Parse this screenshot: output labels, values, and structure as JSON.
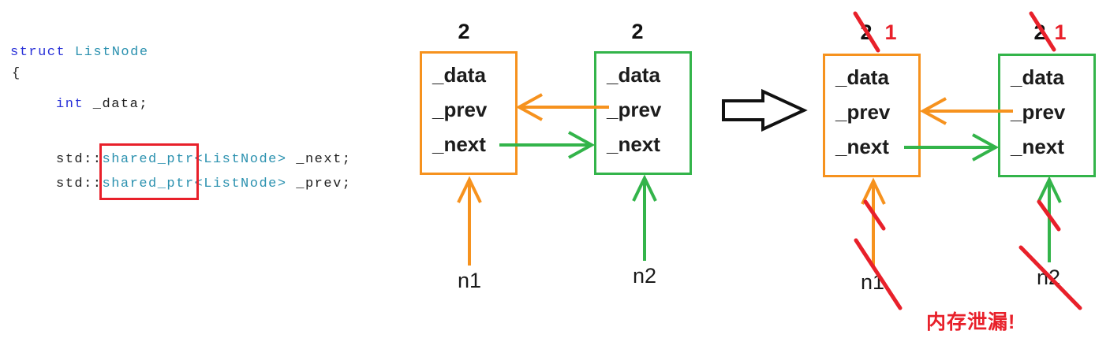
{
  "code": {
    "kw_struct": "struct ",
    "type_listnode": "ListNode",
    "brace_open": "{",
    "kw_int": "int",
    "int_rest": " _data;",
    "std_prefix": "std::",
    "shared_ptr": "shared_ptr",
    "tmpl_arg": "<ListNode>",
    "next_suffix": " _next;",
    "prev_suffix": " _prev;"
  },
  "before": {
    "node1": {
      "refcount": "2",
      "pointer_label": "n1",
      "fields": [
        "_data",
        "_prev",
        "_next"
      ]
    },
    "node2": {
      "refcount": "2",
      "pointer_label": "n2",
      "fields": [
        "_data",
        "_prev",
        "_next"
      ]
    }
  },
  "after": {
    "node1": {
      "refcount_old": "2",
      "refcount_new": "1",
      "pointer_label": "n1",
      "fields": [
        "_data",
        "_prev",
        "_next"
      ]
    },
    "node2": {
      "refcount_old": "2",
      "refcount_new": "1",
      "pointer_label": "n2",
      "fields": [
        "_data",
        "_prev",
        "_next"
      ]
    },
    "annotation": "内存泄漏!"
  },
  "colors": {
    "orange": "#F6921E",
    "green": "#33B44A",
    "red": "#E8202A",
    "keyword_blue": "#2830D8",
    "type_teal": "#2B91AF"
  }
}
